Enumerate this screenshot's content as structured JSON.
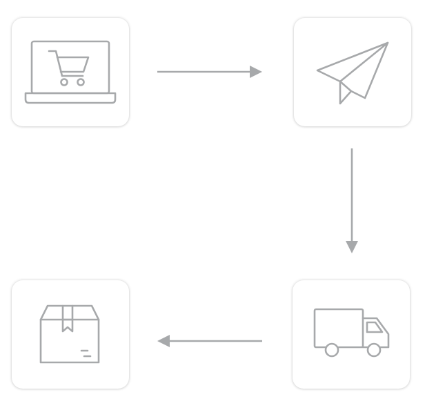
{
  "diagram": {
    "nodes": [
      {
        "id": "order",
        "icon": "laptop-cart-icon"
      },
      {
        "id": "send",
        "icon": "paper-plane-icon"
      },
      {
        "id": "truck",
        "icon": "delivery-truck-icon"
      },
      {
        "id": "package",
        "icon": "package-box-icon"
      }
    ],
    "edges": [
      {
        "from": "order",
        "to": "send",
        "direction": "right"
      },
      {
        "from": "send",
        "to": "truck",
        "direction": "down"
      },
      {
        "from": "truck",
        "to": "package",
        "direction": "left"
      }
    ]
  },
  "colors": {
    "icon_stroke": "#a7a9ab",
    "arrow": "#a7a9ab",
    "tile_background": "#ffffff",
    "page_background": "#ffffff"
  }
}
